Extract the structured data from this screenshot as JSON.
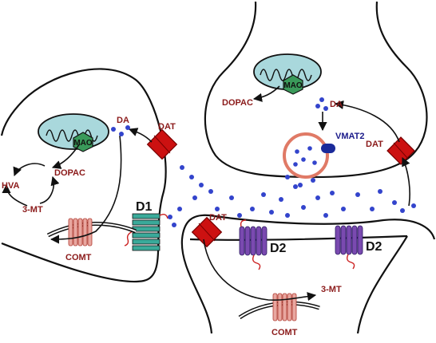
{
  "labels": {
    "da_left": "DA",
    "da_right": "DA",
    "dat_left": "DAT",
    "dat_right": "DAT",
    "dat_bottom": "DAT",
    "mao_left": "MAO",
    "mao_right": "MAO",
    "dopac_left": "DOPAC",
    "dopac_right": "DOPAC",
    "hva": "HVA",
    "mt_left": "3-MT",
    "mt_bottom": "3-MT",
    "comt_left": "COMT",
    "comt_bottom": "COMT",
    "vmat2": "VMAT2",
    "d1": "D1",
    "d2_left": "D2",
    "d2_right": "D2"
  },
  "colors": {
    "outline": "#111111",
    "dat": "#cc1111",
    "dopamine": "#3344cc",
    "text_red": "#8b1a1a",
    "mito_fill": "#a9d8dc",
    "mao_fill": "#3a9a5a",
    "d1_fill": "#3aaa9a",
    "d2_fill": "#7a4ab0",
    "comt_fill": "#e8a7a0",
    "vesicle": "#e07a66",
    "vmat2": "#1a2a9a"
  },
  "icons": {
    "dat": "diamond-transporter",
    "mitochondrion": "mitochondrion-icon",
    "receptor": "seven-transmembrane-receptor-icon",
    "vesicle": "synaptic-vesicle-icon"
  }
}
